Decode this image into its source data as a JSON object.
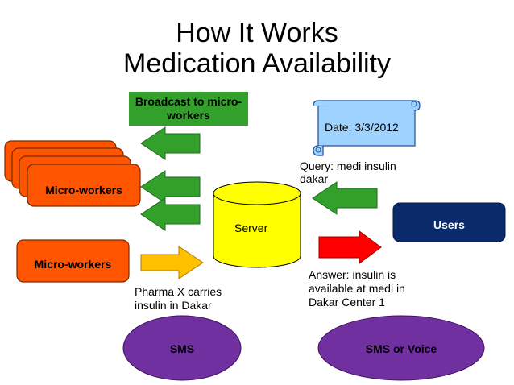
{
  "title": {
    "line1": "How It Works",
    "line2": "Medication Availability"
  },
  "broadcast": {
    "label": "Broadcast to micro-workers"
  },
  "date": {
    "label": "Date: 3/3/2012"
  },
  "micro_workers_stack": {
    "label": "Micro-workers"
  },
  "micro_workers_single": {
    "label": "Micro-workers"
  },
  "server": {
    "label": "Server"
  },
  "users": {
    "label": "Users"
  },
  "query": {
    "line1": "Query: medi insulin",
    "line2": "dakar"
  },
  "answer": {
    "line1": "Answer: insulin is",
    "line2": "available at medi in",
    "line3": "Dakar Center 1"
  },
  "pharma": {
    "line1": "Pharma X carries",
    "line2": "insulin in Dakar"
  },
  "sms": {
    "label": "SMS"
  },
  "sms_voice": {
    "label": "SMS or Voice"
  },
  "colors": {
    "green": "#33a02c",
    "orange_red": "#ff5500",
    "yellow": "#ffff00",
    "navy": "#0b2a6b",
    "red": "#ff0000",
    "gold": "#ffc000",
    "purple": "#7030a0",
    "light_blue": "#9fd3ff"
  }
}
